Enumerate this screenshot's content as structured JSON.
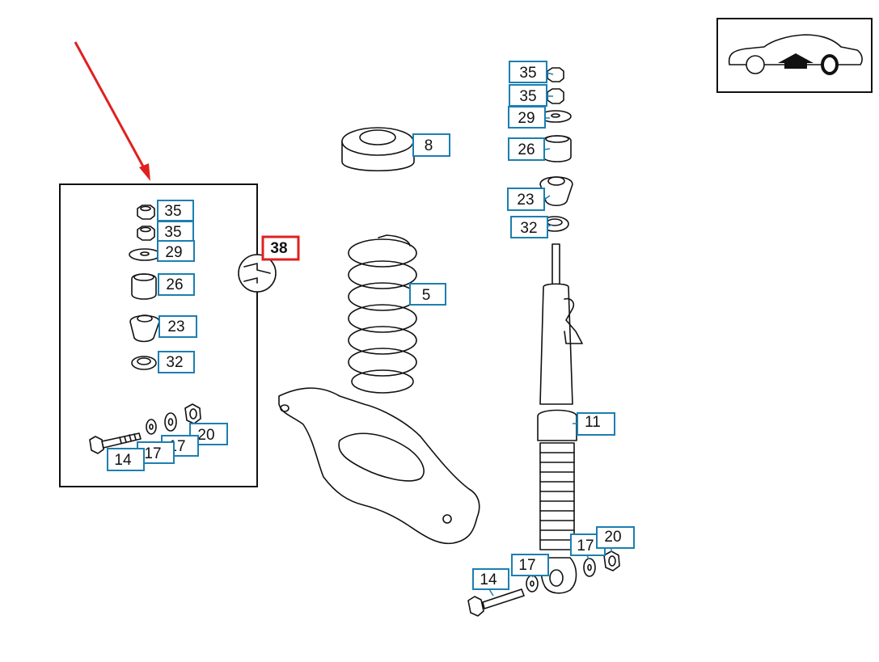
{
  "diagram": {
    "highlighted_part": "38",
    "callouts": {
      "main_35a": "35",
      "main_35b": "35",
      "main_29": "29",
      "main_26": "26",
      "main_23": "23",
      "main_32": "32",
      "seat_8": "8",
      "spring_5": "5",
      "strut_11": "11",
      "main_17a": "17",
      "main_20": "20",
      "main_17b": "17",
      "main_14": "14",
      "box_35a": "35",
      "box_35b": "35",
      "box_29": "29",
      "box_26": "26",
      "box_23": "23",
      "box_32": "32",
      "box_20": "20",
      "box_17a": "17",
      "box_17b": "17",
      "box_14": "14",
      "tool_38": "38"
    },
    "colors": {
      "callout_box": "#1c7fb0",
      "highlight": "#e02020",
      "arrow": "#e02020",
      "line": "#111111"
    },
    "icons": {
      "car": "car-front-indicator-icon",
      "wrench": "wrench-icon",
      "arrow": "pointer-arrow-icon"
    }
  }
}
